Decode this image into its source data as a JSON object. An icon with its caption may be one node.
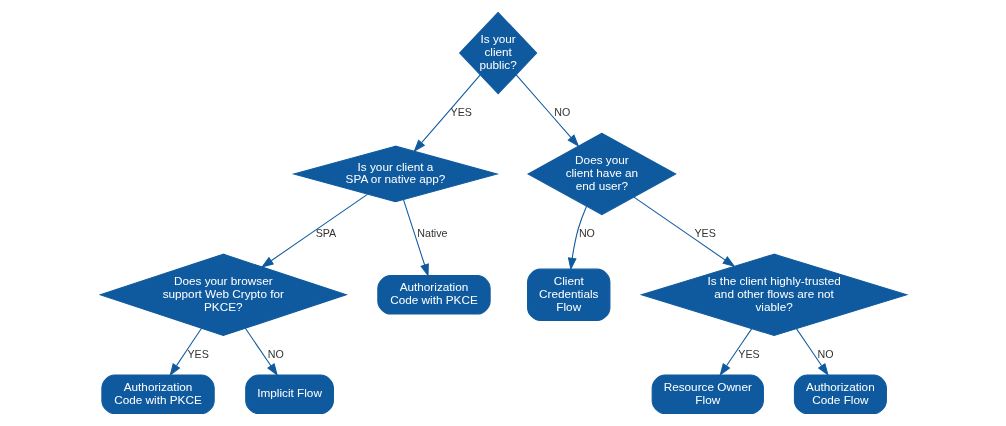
{
  "diagram": {
    "nodes": [
      {
        "text": [
          "Is your client public?"
        ]
      },
      {
        "text": [
          "Is your client a SPA or native app?"
        ]
      },
      {
        "text": [
          "Does your client have an end user?"
        ]
      },
      {
        "text": [
          "Does your browser support Web Crypto for PKCE?"
        ]
      },
      {
        "text": [
          "Authorization Code with PKCE"
        ]
      },
      {
        "text": [
          "Client Credentials Flow"
        ]
      },
      {
        "text": [
          "Is the client highly-trusted and other flows are not viable?"
        ]
      },
      {
        "text": [
          "Authorization Code with PKCE"
        ]
      },
      {
        "text": [
          "Implicit Flow"
        ]
      },
      {
        "text": [
          "Resource Owner Flow"
        ]
      },
      {
        "text": [
          "Authorization Code Flow"
        ]
      }
    ],
    "edges": [
      {
        "from": 0,
        "to": 1,
        "arrow": "to",
        "label": "YES"
      },
      {
        "from": 0,
        "to": 2,
        "arrow": "to",
        "label": "NO"
      },
      {
        "from": 1,
        "to": 3,
        "arrow": "to",
        "label": "SPA"
      },
      {
        "from": 1,
        "to": 4,
        "arrow": "to",
        "label": "Native"
      },
      {
        "from": 2,
        "to": 6,
        "arrow": "to",
        "label": "YES"
      },
      {
        "from": 2,
        "to": 5,
        "arrow": "to",
        "label": "NO"
      },
      {
        "from": 3,
        "to": 7,
        "arrow": "to",
        "label": "YES"
      },
      {
        "from": 3,
        "to": 8,
        "arrow": "to",
        "label": "NO"
      },
      {
        "from": 6,
        "to": 9,
        "arrow": "to",
        "label": "YES"
      },
      {
        "from": 6,
        "to": 10,
        "arrow": "to",
        "label": "NO"
      }
    ]
  }
}
